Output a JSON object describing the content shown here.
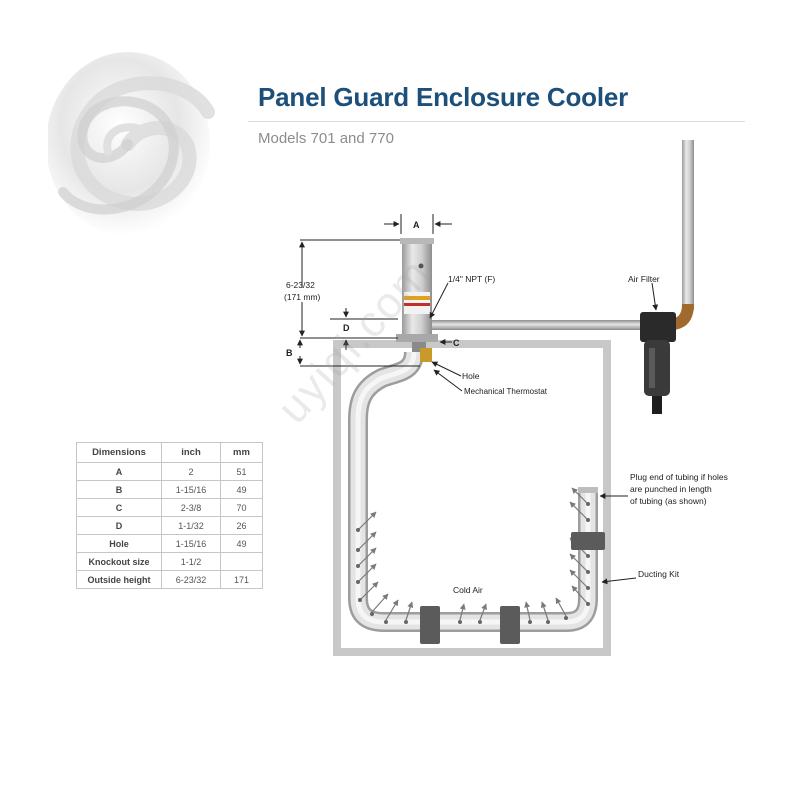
{
  "header": {
    "title": "Panel Guard Enclosure Cooler",
    "subtitle": "Models 701 and 770"
  },
  "table": {
    "headers": [
      "Dimensions",
      "inch",
      "mm"
    ],
    "rows": [
      [
        "A",
        "2",
        "51"
      ],
      [
        "B",
        "1-15/16",
        "49"
      ],
      [
        "C",
        "2-3/8",
        "70"
      ],
      [
        "D",
        "1-1/32",
        "26"
      ],
      [
        "Hole",
        "1-15/16",
        "49"
      ],
      [
        "Knockout size",
        "1-1/2",
        ""
      ],
      [
        "Outside height",
        "6-23/32",
        "171"
      ]
    ]
  },
  "diagram": {
    "dim_a": "A",
    "dim_b": "B",
    "dim_c": "C",
    "dim_d": "D",
    "height_line1": "6-23/32",
    "height_line2": "(171 mm)",
    "npt": "1/4\" NPT (F)",
    "air_filter": "Air Filter",
    "hole": "Hole",
    "thermostat": "Mechanical Thermostat",
    "plug_line1": "Plug end of tubing if holes",
    "plug_line2": "are punched in length",
    "plug_line3": "of tubing (as shown)",
    "ducting_kit": "Ducting Kit",
    "cold_air": "Cold Air"
  },
  "watermark": "uyiqi.com",
  "colors": {
    "title": "#1c4f7a",
    "subtitle": "#8c8c8c",
    "enclosure": "#c8c8c8"
  }
}
